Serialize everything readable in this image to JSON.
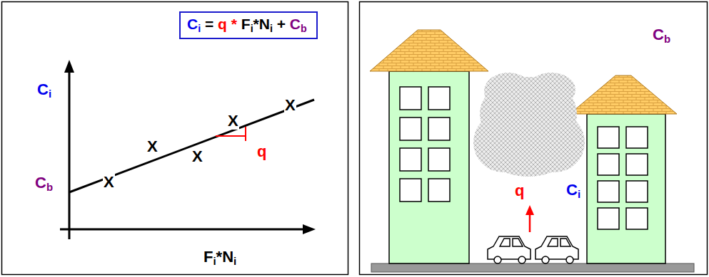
{
  "diagram": {
    "nodes": [
      {
        "text": [
          "Ci = q * Fi*Ni + Cb"
        ]
      }
    ],
    "labels": [
      "Ci",
      "Cb",
      "X",
      "X",
      "X",
      "X",
      "X",
      "q",
      "Fi*Ni",
      "Cb",
      "q",
      "Ci"
    ]
  }
}
